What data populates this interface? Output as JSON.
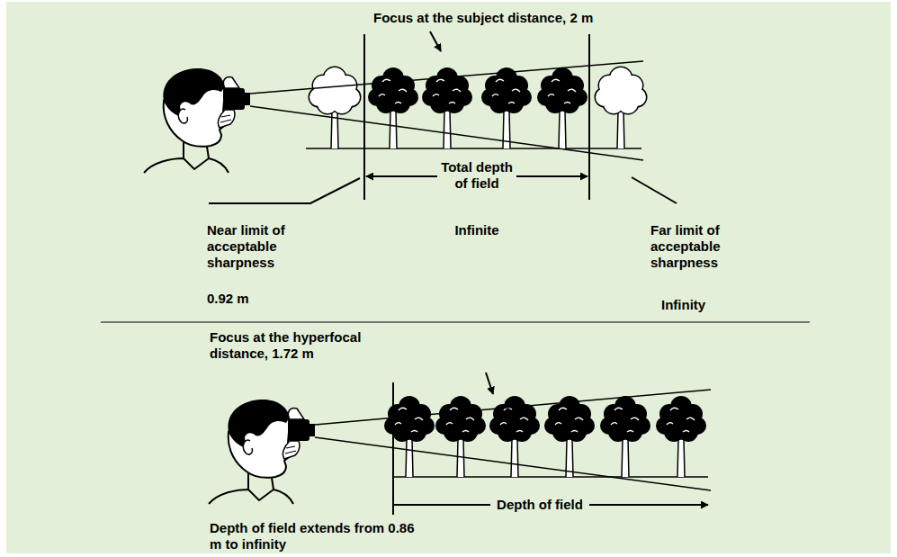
{
  "diagram": {
    "labels": [
      "Focus at the subject distance, 2 m",
      "Total depth of field",
      "Infinite",
      "Near limit of acceptable sharpness",
      "0.92 m",
      "Far limit of acceptable sharpness",
      "Infinity",
      "Focus at the hyperfocal distance, 1.72 m",
      "Depth of field",
      "Depth of field extends from 0.86 m to infinity"
    ]
  }
}
